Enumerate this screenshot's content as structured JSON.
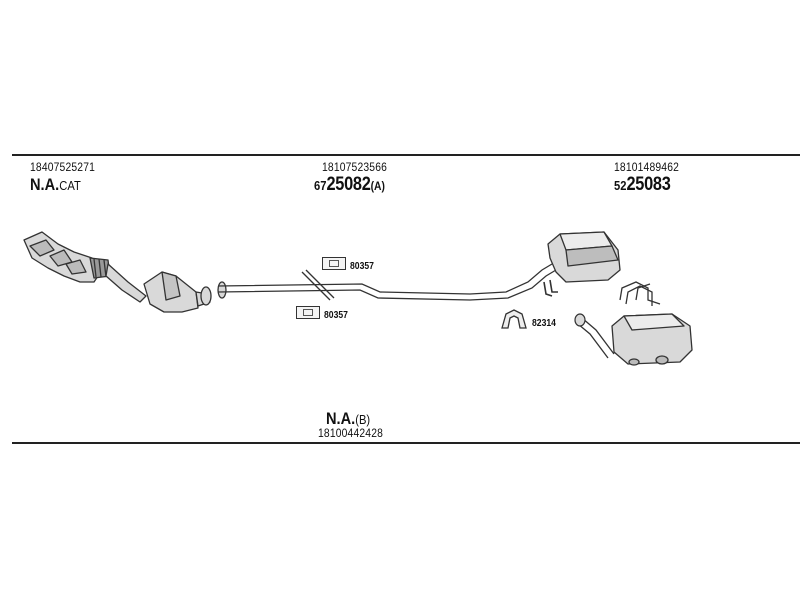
{
  "top_left": {
    "part_number": "18407525271",
    "name_bold": "N.A.",
    "name_suffix": "CAT"
  },
  "top_center": {
    "part_number": "18107523566",
    "code_prefix": "67",
    "code_main": "25082",
    "code_suffix": "(A)"
  },
  "top_right": {
    "part_number": "18101489462",
    "code_prefix": "52",
    "code_main": "25083"
  },
  "bottom_center": {
    "name_bold": "N.A.",
    "name_suffix": "(B)",
    "part_number": "18100442428"
  },
  "callouts": [
    {
      "label": "80357"
    },
    {
      "label": "80357"
    },
    {
      "label": "82314"
    }
  ],
  "colors": {
    "line": "#222222",
    "part_fill": "#d9d9d9",
    "part_stroke": "#333333"
  }
}
